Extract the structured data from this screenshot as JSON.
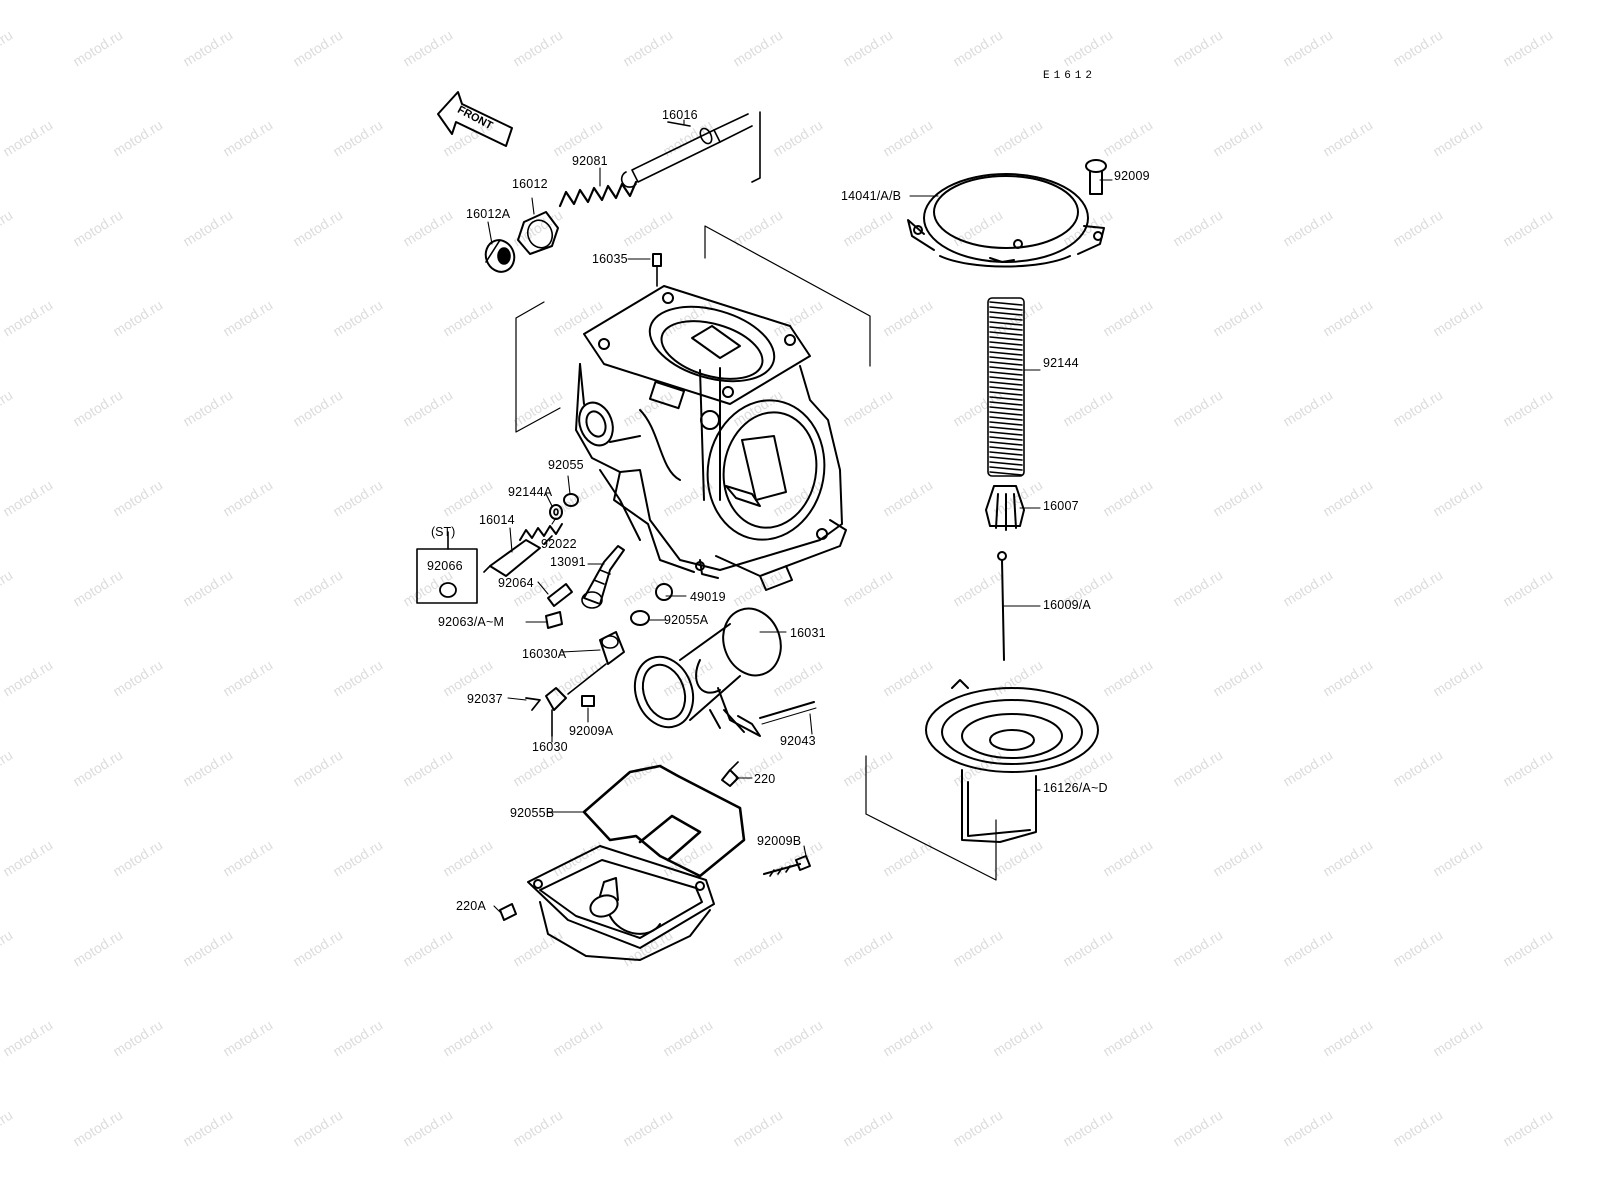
{
  "diagram": {
    "code": "E1612",
    "front_label": "FRONT",
    "watermark": "motod.ru",
    "st_label": "(ST)",
    "parts": [
      {
        "id": "16016",
        "label": "16016"
      },
      {
        "id": "92081",
        "label": "92081"
      },
      {
        "id": "16012",
        "label": "16012"
      },
      {
        "id": "16012A",
        "label": "16012A"
      },
      {
        "id": "16035",
        "label": "16035"
      },
      {
        "id": "92055",
        "label": "92055"
      },
      {
        "id": "92144A",
        "label": "92144A"
      },
      {
        "id": "16014",
        "label": "16014"
      },
      {
        "id": "92022",
        "label": "92022"
      },
      {
        "id": "92066",
        "label": "92066"
      },
      {
        "id": "13091",
        "label": "13091"
      },
      {
        "id": "92064",
        "label": "92064"
      },
      {
        "id": "49019",
        "label": "49019"
      },
      {
        "id": "92063",
        "label": "92063/A~M"
      },
      {
        "id": "92055A",
        "label": "92055A"
      },
      {
        "id": "16031",
        "label": "16031"
      },
      {
        "id": "16030A",
        "label": "16030A"
      },
      {
        "id": "92037",
        "label": "92037"
      },
      {
        "id": "92009A",
        "label": "92009A"
      },
      {
        "id": "16030",
        "label": "16030"
      },
      {
        "id": "92043",
        "label": "92043"
      },
      {
        "id": "220",
        "label": "220"
      },
      {
        "id": "92055B",
        "label": "92055B"
      },
      {
        "id": "92009B",
        "label": "92009B"
      },
      {
        "id": "220A",
        "label": "220A"
      },
      {
        "id": "92009",
        "label": "92009"
      },
      {
        "id": "14041",
        "label": "14041/A/B"
      },
      {
        "id": "92144",
        "label": "92144"
      },
      {
        "id": "16007",
        "label": "16007"
      },
      {
        "id": "16009",
        "label": "16009/A"
      },
      {
        "id": "16126",
        "label": "16126/A~D"
      }
    ]
  }
}
